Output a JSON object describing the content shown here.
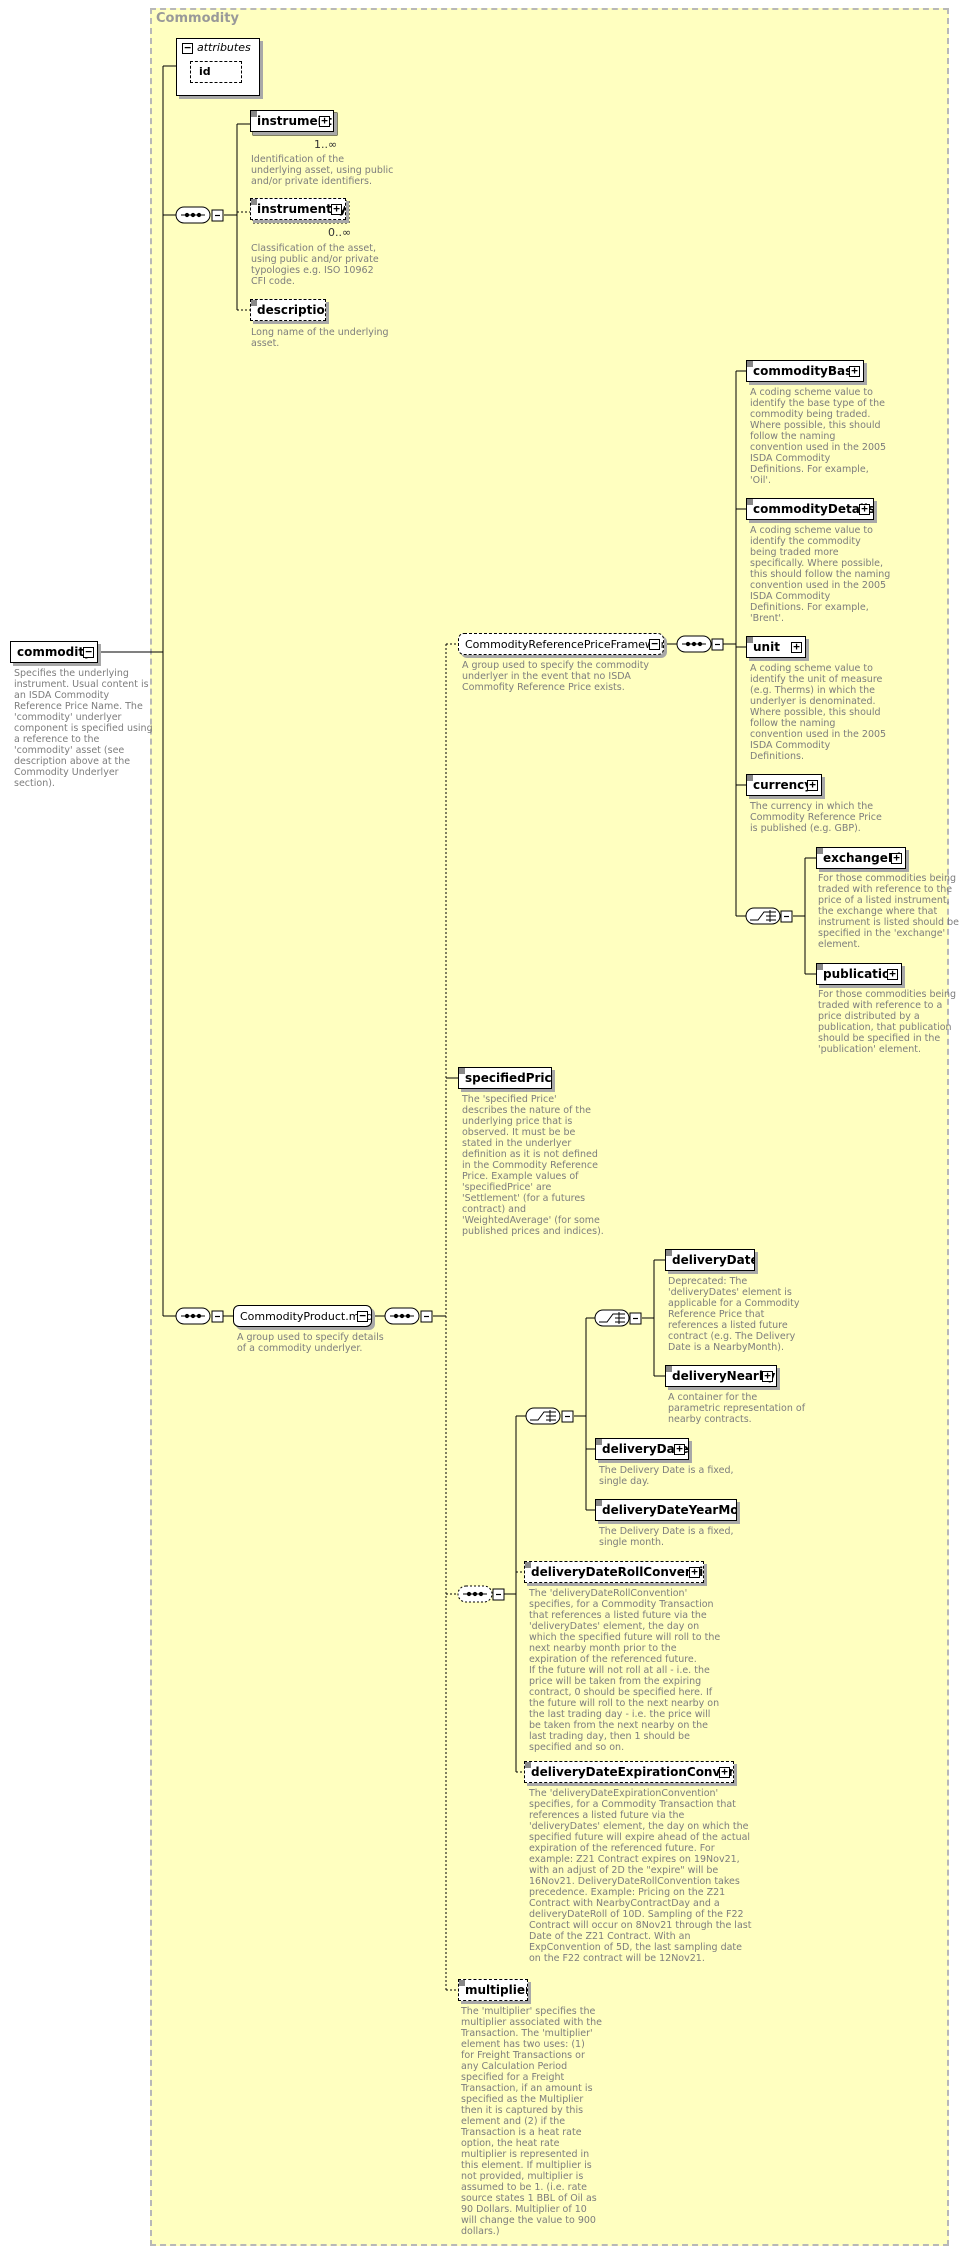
{
  "panel": {
    "title": "Commodity"
  },
  "attributes": {
    "label": "attributes",
    "id": "id"
  },
  "root": {
    "name": "commodity",
    "doc": "Specifies the underlying\ninstrument. Usual content is\nan ISDA Commodity\nReference Price Name. The\n'commodity' underlyer\ncomponent is specified using\na reference to the\n'commodity' asset (see\ndescription above at the\nCommodity Underlyer\nsection)."
  },
  "instrumentId": {
    "name": "instrumentId",
    "card": "1..∞",
    "doc": "Identification of the\nunderlying asset, using public\nand/or private identifiers."
  },
  "instrumentType": {
    "name": "instrumentType",
    "card": "0..∞",
    "doc": "Classification of the asset,\nusing public and/or private\ntypologies e.g. ISO 10962\nCFI code."
  },
  "description": {
    "name": "description",
    "doc": "Long name of the underlying\nasset."
  },
  "crpf": {
    "name": "CommodityReferencePriceFramewor...",
    "doc": "A group used to specify the commodity\nunderlyer in the event that no ISDA\nCommofity Reference Price exists."
  },
  "commodityBase": {
    "name": "commodityBase",
    "doc": "A coding scheme value to\nidentify the base type of the\ncommodity being traded.\nWhere possible, this should\nfollow the naming\nconvention used in the 2005\nISDA Commodity\nDefinitions. For example,\n'Oil'."
  },
  "commodityDetails": {
    "name": "commodityDetails",
    "doc": "A coding scheme value to\nidentify the commodity\nbeing traded more\nspecifically. Where possible,\nthis should follow the naming\nconvention used in the 2005\nISDA Commodity\nDefinitions. For example,\n'Brent'."
  },
  "unit": {
    "name": "unit",
    "doc": "A coding scheme value to\nidentify the unit of measure\n(e.g. Therms) in which the\nunderlyer is denominated.\nWhere possible, this should\nfollow the naming\nconvention used in the 2005\nISDA Commodity\nDefinitions."
  },
  "currency": {
    "name": "currency",
    "doc": "The currency in which the\nCommodity Reference Price\nis published (e.g. GBP)."
  },
  "exchangeId": {
    "name": "exchangeId",
    "doc": "For those commodities being\ntraded with reference to the\nprice of a listed instrument,\nthe exchange where that\ninstrument is listed should be\nspecified in the 'exchange'\nelement."
  },
  "publication": {
    "name": "publication",
    "doc": "For those commodities being\ntraded with reference to a\nprice distributed by a\npublication, that publication\nshould be specified in the\n'publication' element."
  },
  "commodityProductModel": {
    "name": "CommodityProduct.model",
    "doc": "A group used to specify details\nof a commodity underlyer."
  },
  "specifiedPrice": {
    "name": "specifiedPrice",
    "doc": "The 'specified Price'\ndescribes the nature of the\nunderlying price that is\nobserved. It must be be\nstated in the underlyer\ndefinition as it is not defined\nin the Commodity Reference\nPrice. Example values of\n'specifiedPrice' are\n'Settlement' (for a futures\ncontract) and\n'WeightedAverage' (for some\npublished prices and indices)."
  },
  "deliveryDates": {
    "name": "deliveryDates",
    "doc": "Deprecated: The\n'deliveryDates' element is\napplicable for a Commodity\nReference Price that\nreferences a listed future\ncontract (e.g. The Delivery\nDate is a NearbyMonth)."
  },
  "deliveryNearby": {
    "name": "deliveryNearby",
    "doc": "A container for the\nparametric representation of\nnearby contracts."
  },
  "deliveryDate": {
    "name": "deliveryDate",
    "doc": "The Delivery Date is a fixed,\nsingle day."
  },
  "deliveryDateYearMonth": {
    "name": "deliveryDateYearMonth",
    "doc": "The Delivery Date is a fixed,\nsingle month."
  },
  "deliveryDateRollConvention": {
    "name": "deliveryDateRollConvention",
    "doc": "The 'deliveryDateRollConvention'\nspecifies, for a Commodity Transaction\nthat references a listed future via the\n'deliveryDates' element, the day on\nwhich the specified future will roll to the\nnext nearby month prior to the\nexpiration of the referenced future.\nIf the future will not roll at all - i.e. the\nprice will be taken from the expiring\ncontract, 0 should be specified here. If\nthe future will roll to the next nearby on\nthe last trading day - i.e. the price will\nbe taken from the next nearby on the\nlast trading day, then 1 should be\nspecified and so on."
  },
  "deliveryDateExpirationConvention": {
    "name": "deliveryDateExpirationConventi...",
    "doc": "The 'deliveryDateExpirationConvention'\nspecifies, for a Commodity Transaction that\nreferences a listed future via the\n'deliveryDates' element, the day on which the\nspecified future will expire ahead of the actual\nexpiration of the referenced future. For\nexample: Z21 Contract expires on 19Nov21,\nwith an adjust of 2D the \"expire\" will be\n16Nov21. DeliveryDateRollConvention takes\nprecedence. Example: Pricing on the Z21\nContract with NearbyContractDay and a\ndeliveryDateRoll of 10D. Sampling of the F22\nContract will occur on 8Nov21 through the last\nDate of the Z21 Contract. With an\nExpConvention of 5D, the last sampling date\non the F22 contract will be 12Nov21."
  },
  "multiplier": {
    "name": "multiplier",
    "doc": "The 'multiplier' specifies the\nmultiplier associated with the\nTransaction. The 'multiplier'\nelement has two uses: (1)\nfor Freight Transactions or\nany Calculation Period\nspecified for a Freight\nTransaction, if an amount is\nspecified as the Multiplier\nthen it is captured by this\nelement and (2) if the\nTransaction is a heat rate\noption, the heat rate\nmultiplier is represented in\nthis element. If multiplier is\nnot provided, multiplier is\nassumed to be 1. (i.e. rate\nsource states 1 BBL of Oil as\n90 Dollars. Multiplier of 10\nwill change the value to 900\ndollars.)"
  }
}
